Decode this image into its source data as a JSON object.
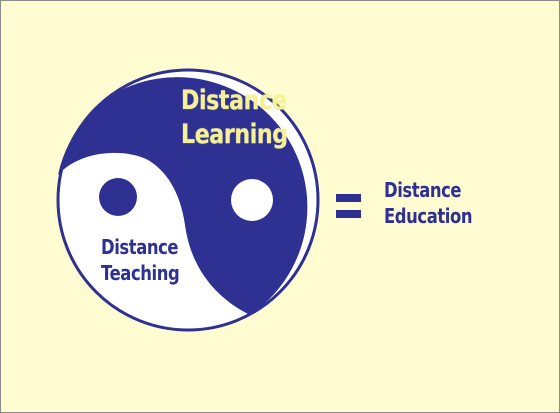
{
  "diagram": {
    "colors": {
      "background": "#fefcd0",
      "navy": "#2e3192",
      "white": "#ffffff",
      "yellow_text": "#f6f096"
    },
    "yin_yang": {
      "dark_half_label_line1": "Distance",
      "dark_half_label_line2": "Learning",
      "light_half_label_line1": "Distance",
      "light_half_label_line2": "Teaching"
    },
    "equals_sign": "=",
    "result_label_line1": "Distance",
    "result_label_line2": "Education"
  }
}
